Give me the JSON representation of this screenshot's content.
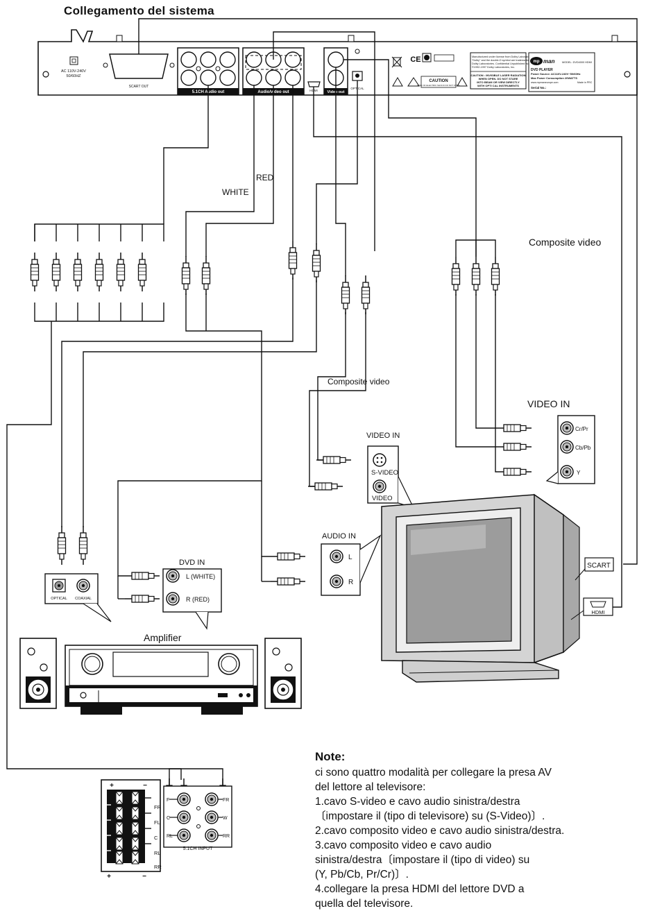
{
  "title": "Collegamento del sistema",
  "labels": {
    "white": "WHITE",
    "red": "RED",
    "composite_video_top": "Composite video",
    "composite_video_mid": "Composite video",
    "video_in_component": "VIDEO IN",
    "video_in": "VIDEO IN",
    "s_video": "S-VIDEO",
    "video": "VIDEO",
    "cr_pr": "Cr/Pr",
    "cb_pb": "Cb/Pb",
    "y": "Y",
    "audio_in": "AUDIO IN",
    "l": "L",
    "r": "R",
    "dvd_in": "DVD IN",
    "l_white": "L (WHITE)",
    "r_red": "R (RED)",
    "optical": "OPTICAL",
    "coaxial": "COAXIAL",
    "amplifier": "Amplifier",
    "scart": "SCART",
    "hdmi": "HDMI",
    "input_51": "5.1CH INPUT",
    "fr_left": "FR",
    "fl": "FL",
    "c_left": "C",
    "rl_left": "RL",
    "rr_left": "RR",
    "ch_f": "F",
    "ch_c": "C",
    "ch_rl": "RL",
    "ch_fr": "FR",
    "ch_w": "W",
    "ch_rr": "RR",
    "plus": "+",
    "minus": "−",
    "panel_ac": "AC 110V-240V",
    "panel_hz": "50/60HZ",
    "panel_scart_out": "SCART OUT",
    "panel_51_out": "5.1CH Audio out",
    "panel_av_out": "Audio/video out",
    "panel_video_out": "Video out",
    "panel_optical": "OPTICAL",
    "panel_hdmi": "HDMI",
    "panel_caution": "CAUTION",
    "panel_caution_sub": "RISK OF ELECTRIC SHOCK DO NOT OPEN",
    "panel_laser_1": "CAUTION : INVISIBLE LASER RADIATION",
    "panel_laser_2": "WHEN OPEN. DO NOT STARE",
    "panel_laser_3": "INTO BEAM OR VIEW DIRECTLY",
    "panel_laser_4": "WITH OPTI CAL INSTRUMENTS",
    "panel_dolby_1": "Manufactured under license from Dolby Laboratories.",
    "panel_dolby_2": "\"Dolby\" and the double-D symbol are trademarks of",
    "panel_dolby_3": "Dolby Laboratories. Confidential Unpublished works.",
    "panel_dolby_4": "©1992-1997 Dolby Laboratories, Inc.",
    "panel_brand_a": "mp",
    "panel_brand_b": "man",
    "panel_model": "MODEL: DVD4000 HDMI",
    "panel_dvd_player": "DVD PLAYER",
    "panel_power_source": "Power Source: AC110V-240V~50/60Hz",
    "panel_power_cons": "Max Power Consumption  20WATTS",
    "panel_web": "www.mpmaneurope.com",
    "panel_made_in": "Made in PRC",
    "panel_serial": "Serial No.:"
  },
  "notes": {
    "heading": "Note:",
    "lines": [
      "ci sono quattro modalità per collegare la presa AV",
      "del lettore al televisore:",
      "1.cavo S-video e cavo audio sinistra/destra",
      "〔impostare il (tipo di televisore) su (S-Video)〕.",
      "2.cavo composito video e cavo audio sinistra/destra.",
      "3.cavo composito video e cavo audio",
      "sinistra/destra〔impostare il (tipo di video) su",
      "(Y, Pb/Cb, Pr/Cr)〕.",
      "4.collegare la presa HDMI del lettore DVD a",
      "quella del televisore."
    ]
  }
}
